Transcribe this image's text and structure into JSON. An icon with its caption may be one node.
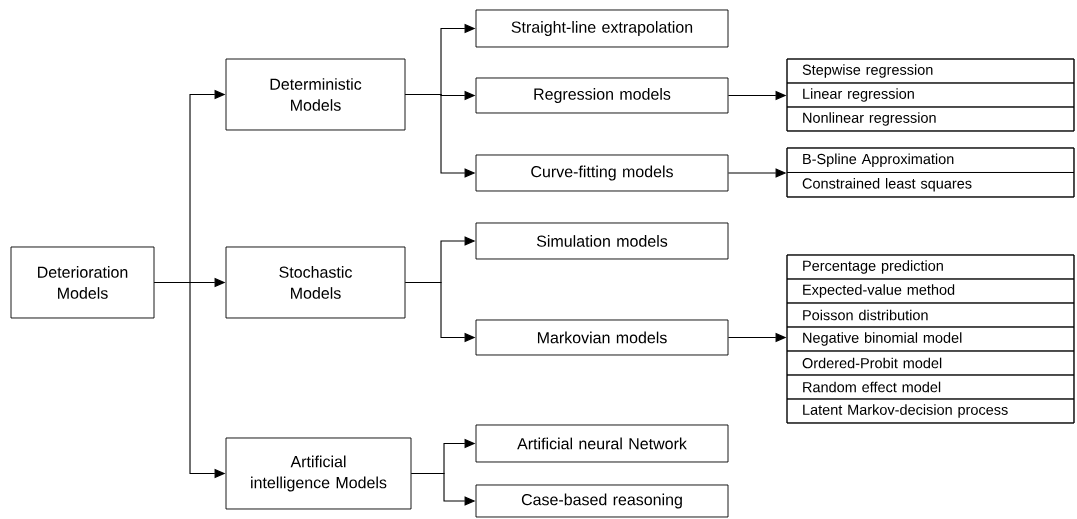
{
  "diagram": {
    "nodes": [
      {
        "text": [
          "Deterioration Models"
        ]
      },
      {
        "text": [
          "Deterministic Models"
        ]
      },
      {
        "text": [
          "Stochastic Models"
        ]
      },
      {
        "text": [
          "Artificial intelligence Models"
        ]
      },
      {
        "text": [
          "Straight-line extrapolation"
        ]
      },
      {
        "text": [
          "Regression models"
        ]
      },
      {
        "text": [
          "Curve-fitting models"
        ]
      },
      {
        "text": [
          "Simulation models"
        ]
      },
      {
        "text": [
          "Markovian models"
        ]
      },
      {
        "text": [
          "Artificial neural Network"
        ]
      },
      {
        "text": [
          "Case-based reasoning"
        ]
      },
      {
        "text": [],
        "shape": "box"
      },
      {
        "text": [
          "Stepwise regression"
        ],
        "in": 11
      },
      {
        "text": [
          "Linear regression"
        ],
        "in": 11
      },
      {
        "text": [
          "Nonlinear regression"
        ],
        "in": 11
      },
      {
        "text": [],
        "shape": "box"
      },
      {
        "text": [
          "B-Spline Approximation"
        ],
        "in": 15
      },
      {
        "text": [
          "Constrained least squares"
        ],
        "in": 15
      },
      {
        "text": [],
        "shape": "box"
      },
      {
        "text": [
          "Percentage prediction"
        ],
        "in": 18
      },
      {
        "text": [
          "Expected-value method"
        ],
        "in": 18
      },
      {
        "text": [
          "Poisson distribution"
        ],
        "in": 18
      },
      {
        "text": [
          "Negative binomial model"
        ],
        "in": 18
      },
      {
        "text": [
          "Ordered-Probit model"
        ],
        "in": 18
      },
      {
        "text": [
          "Random effect model"
        ],
        "in": 18
      },
      {
        "text": [
          "Latent Markov-decision process"
        ],
        "in": 18
      }
    ],
    "edges": [
      {
        "from": 0,
        "to": 1,
        "arrow": "to"
      },
      {
        "from": 0,
        "to": 2,
        "arrow": "to"
      },
      {
        "from": 0,
        "to": 3,
        "arrow": "to"
      },
      {
        "from": 1,
        "to": 4,
        "arrow": "to"
      },
      {
        "from": 1,
        "to": 5,
        "arrow": "to"
      },
      {
        "from": 1,
        "to": 6,
        "arrow": "to"
      },
      {
        "from": 2,
        "to": 7,
        "arrow": "to"
      },
      {
        "from": 2,
        "to": 8,
        "arrow": "to"
      },
      {
        "from": 3,
        "to": 9,
        "arrow": "to"
      },
      {
        "from": 3,
        "to": 10,
        "arrow": "to"
      },
      {
        "from": 5,
        "to": 11,
        "arrow": "to"
      },
      {
        "from": 6,
        "to": 15,
        "arrow": "to"
      },
      {
        "from": 8,
        "to": 18,
        "arrow": "to"
      }
    ]
  }
}
